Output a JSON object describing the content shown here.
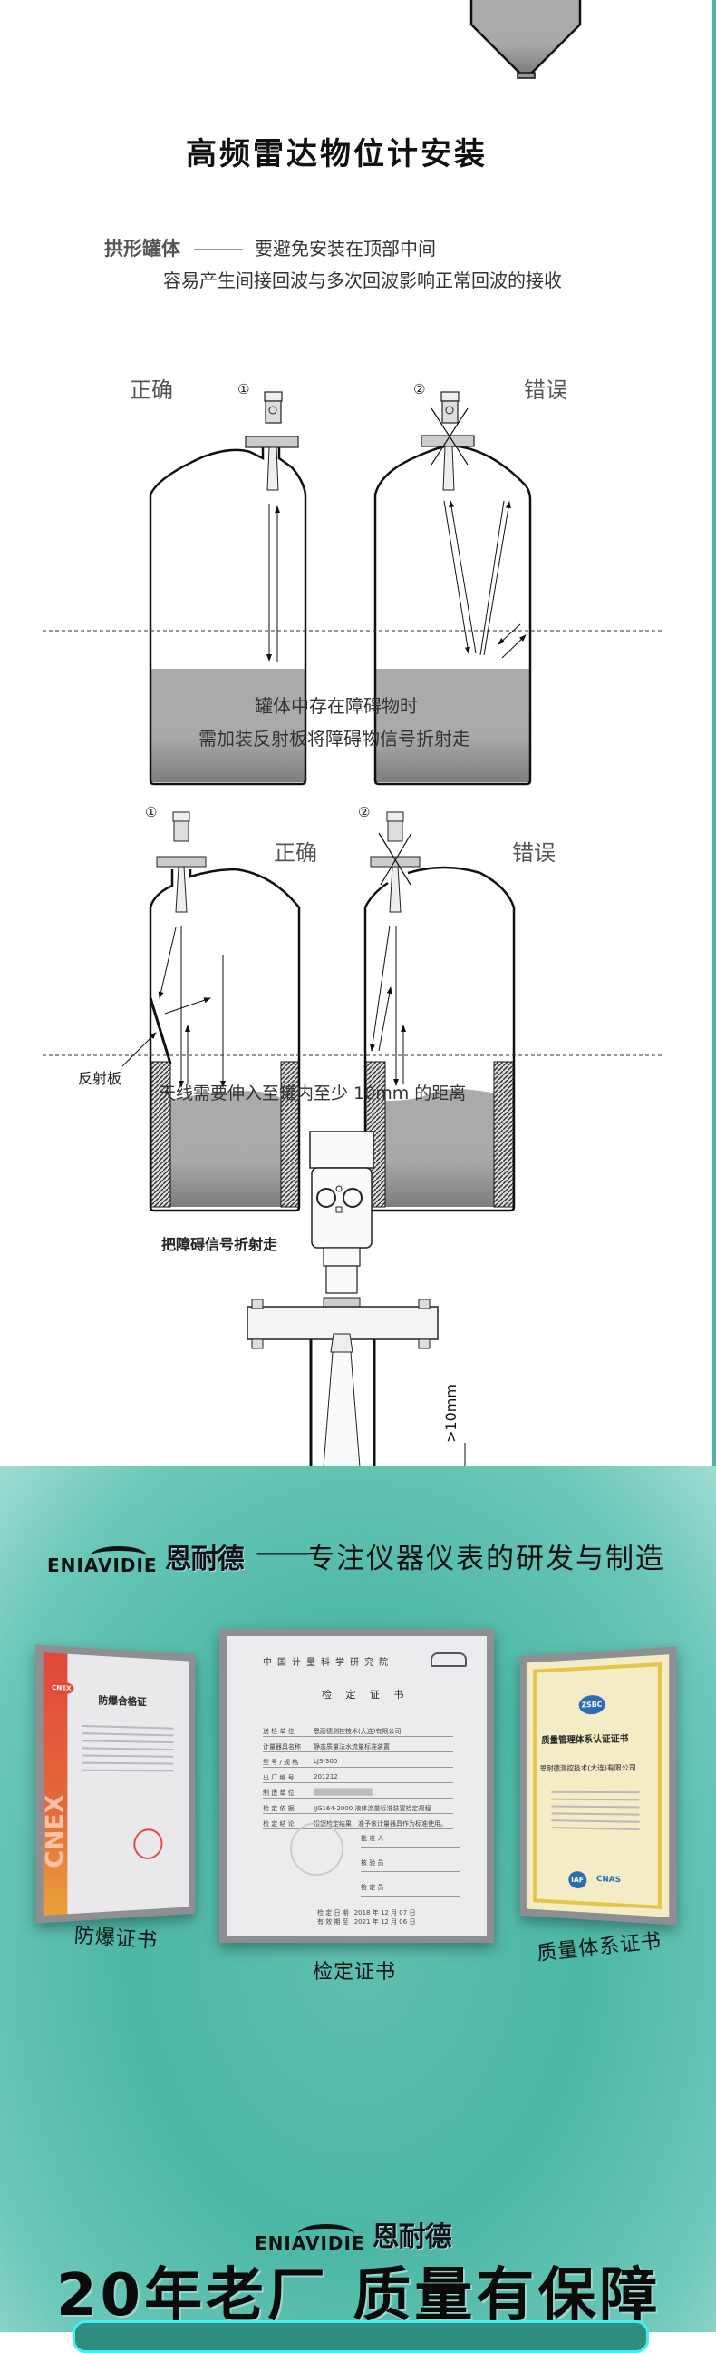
{
  "colors": {
    "teal_bg": "#4db7a5",
    "fill_gray": "#a8a8a8",
    "accent_cyan": "#3ff0f0",
    "cert_red": "#e0493a",
    "cert_gold": "#e3c54a"
  },
  "section1": {
    "title": "高频雷达物位计安装",
    "topic": "拱形罐体",
    "dash": "———",
    "line1": "要避免安装在顶部中间",
    "line2": "容易产生间接回波与多次回波影响正常回波的接收",
    "correct": "正确",
    "wrong": "错误",
    "n1": "①",
    "n2": "②"
  },
  "section2": {
    "line1": "罐体中存在障碍物时",
    "line2": "需加装反射板将障碍物信号折射走",
    "correct": "正确",
    "wrong": "错误",
    "n1": "①",
    "n2": "②",
    "reflector": "反射板",
    "caption": "把障碍信号折射走"
  },
  "section3": {
    "line": "天线需要伸入至罐内至少 10mm 的距离",
    "dim": ">10mm"
  },
  "brand": {
    "logo_en": "ENIAVIDIE",
    "logo_cn": "恩耐德",
    "dash": "——",
    "slogan": "专注仪器仪表的研发与制造"
  },
  "certs": {
    "left": {
      "title": "防爆合格证",
      "side": "CNEX",
      "badge": "CNEX",
      "caption": "防爆证书"
    },
    "center": {
      "org": "中国计量科学研究院",
      "title": "检 定 证 书",
      "fields": [
        {
          "k": "送 检 单 位",
          "v": "恩耐德测控技术(大连)有限公司"
        },
        {
          "k": "计量器具名称",
          "v": "静态质量法水流量标准装置"
        },
        {
          "k": "型 号 / 规 格",
          "v": "LJS-300"
        },
        {
          "k": "出 厂 编 号",
          "v": "201212"
        },
        {
          "k": "制 造 单 位",
          "v": ""
        },
        {
          "k": "检 定 依 据",
          "v": "JJG164-2000 液体流量标准装置检定规程"
        },
        {
          "k": "检 定 结 论",
          "v": "根据检定结果，准予该计量器具作为标准使用。"
        }
      ],
      "signers": [
        "批 准 人",
        "核 验 员",
        "检 定 员"
      ],
      "date1_label": "检 定 日 期",
      "date1": "2018 年 12 月 07 日",
      "date2_label": "有 效 期 至",
      "date2": "2021 年 12 月 06 日",
      "caption": "检定证书"
    },
    "right": {
      "badge": "ZSBC",
      "title": "质量管理体系认证证书",
      "company": "恩耐德测控技术(大连)有限公司",
      "iaf": "IAF",
      "cnas": "CNAS",
      "caption": "质量体系证书"
    }
  },
  "footer": {
    "logo_en": "ENIAVIDIE",
    "logo_cn": "恩耐德",
    "headline": "20年老厂 质量有保障"
  }
}
